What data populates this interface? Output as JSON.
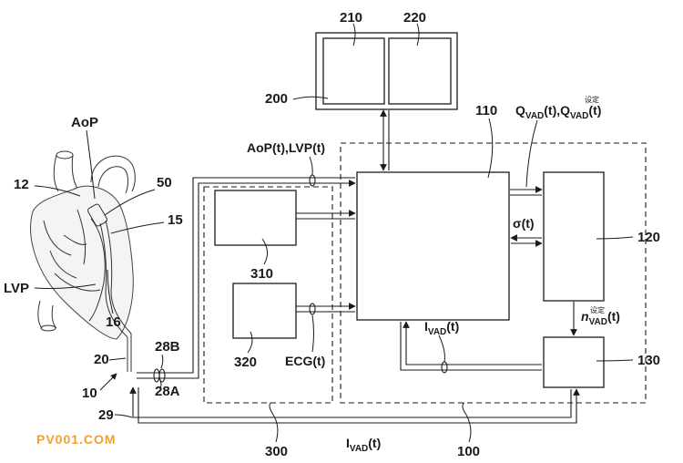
{
  "labels": {
    "n200": "200",
    "n210": "210",
    "n220": "220",
    "n110": "110",
    "n120": "120",
    "n130": "130",
    "n310": "310",
    "n320": "320",
    "n300": "300",
    "n100": "100",
    "n12": "12",
    "n50": "50",
    "n15": "15",
    "n16": "16",
    "n20": "20",
    "n10": "10",
    "n29": "29",
    "n28A": "28A",
    "n28B": "28B",
    "aop": "AoP",
    "lvp": "LVP"
  },
  "signals": {
    "aop_lvp": "AoP(t),LVP(t)",
    "q_main": "Q",
    "q_sub": "VAD",
    "q_t": "(t),Q",
    "q_sub2": "VAD",
    "q_t2": "(t)",
    "q_sup": "设定",
    "sigma": "σ(t)",
    "n_main": "n",
    "n_sub": "VAD",
    "n_t": "(t)",
    "n_sup": "设定",
    "i_main": "I",
    "i_sub": "VAD",
    "i_t": "(t)",
    "i2_main": "I",
    "i2_sub": "VAD",
    "i2_t": "(t)",
    "ecg": "ECG(t)"
  },
  "watermark": "PV001.COM",
  "colors": {
    "line": "#1a1a1a",
    "watermark": "#f0a030"
  }
}
